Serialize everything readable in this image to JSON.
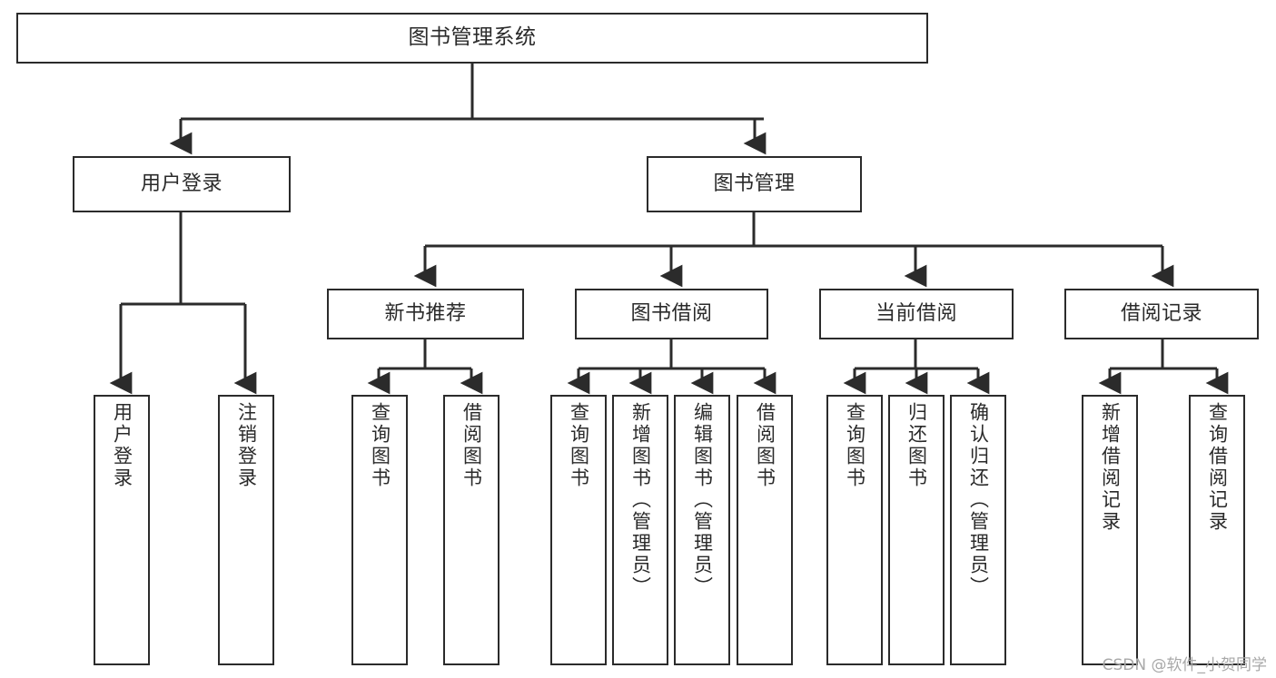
{
  "diagram": {
    "title": "图书管理系统",
    "watermark": "CSDN @软件_小贺同学",
    "line_color": "#2b2b2b",
    "box_border_color": "#2b2b2b",
    "box_fill_color": "#ffffff",
    "text_color": "#2a2a2a",
    "watermark_color": "#a8a8a8"
  },
  "nodes": {
    "root": {
      "label": "图书管理系统"
    },
    "level2": [
      {
        "id": "user-login",
        "label": "用户登录"
      },
      {
        "id": "book-manage",
        "label": "图书管理"
      }
    ],
    "level3": [
      {
        "id": "new-book-rec",
        "label": "新书推荐"
      },
      {
        "id": "book-borrow",
        "label": "图书借阅"
      },
      {
        "id": "current-borrow",
        "label": "当前借阅"
      },
      {
        "id": "borrow-record",
        "label": "借阅记录"
      }
    ],
    "leaves": {
      "user_login": [
        {
          "id": "leaf-user-login",
          "label": "用户登录"
        },
        {
          "id": "leaf-logout",
          "label": "注销登录"
        }
      ],
      "new_book_rec": [
        {
          "id": "leaf-query-book-1",
          "label": "查询图书"
        },
        {
          "id": "leaf-borrow-book-1",
          "label": "借阅图书"
        }
      ],
      "book_borrow": [
        {
          "id": "leaf-query-book-2",
          "label": "查询图书"
        },
        {
          "id": "leaf-add-book",
          "label": "新增图书（管理员）"
        },
        {
          "id": "leaf-edit-book",
          "label": "编辑图书（管理员）"
        },
        {
          "id": "leaf-borrow-book-2",
          "label": "借阅图书"
        }
      ],
      "current_borrow": [
        {
          "id": "leaf-query-book-3",
          "label": "查询图书"
        },
        {
          "id": "leaf-return-book",
          "label": "归还图书"
        },
        {
          "id": "leaf-confirm-return",
          "label": "确认归还（管理员）"
        }
      ],
      "borrow_record": [
        {
          "id": "leaf-add-record",
          "label": "新增借阅记录"
        },
        {
          "id": "leaf-query-record",
          "label": "查询借阅记录"
        }
      ]
    }
  }
}
